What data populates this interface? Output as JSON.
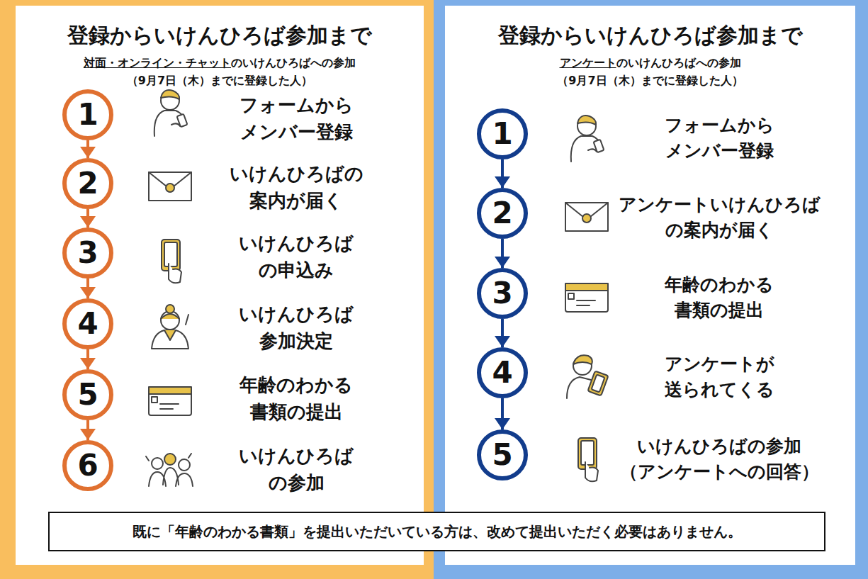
{
  "diagram": {
    "nodes": [
      {
        "text": [
          "登録からいけんひろば参加まで",
          "対面・オンライン・チャット",
          "のいけんひろばへの参加",
          "（9月7日（木）までに登録した人）"
        ]
      },
      {
        "text": [
          "1"
        ],
        "in": 0
      },
      {
        "text": [
          "2"
        ],
        "in": 0
      },
      {
        "text": [
          "3"
        ],
        "in": 0
      },
      {
        "text": [
          "4"
        ],
        "in": 0
      },
      {
        "text": [
          "5"
        ],
        "in": 0
      },
      {
        "text": [
          "6"
        ],
        "in": 0
      },
      {
        "text": [
          "登録からいけんひろば参加まで",
          "アンケート",
          "のいけんひろばへの参加",
          "（9月7日（木）までに登録した人）"
        ]
      },
      {
        "text": [
          "1"
        ],
        "in": 7
      },
      {
        "text": [
          "2"
        ],
        "in": 7
      },
      {
        "text": [
          "3"
        ],
        "in": 7
      },
      {
        "text": [
          "4"
        ],
        "in": 7
      },
      {
        "text": [
          "5"
        ],
        "in": 7
      },
      {
        "text": [
          "既に「年齢のわかる書類」を提出いただいている方は、改めて提出いただく必要はありません。"
        ]
      }
    ],
    "edges": [
      {
        "from": 1,
        "to": 2,
        "arrow": "to"
      },
      {
        "from": 2,
        "to": 3,
        "arrow": "to"
      },
      {
        "from": 3,
        "to": 4,
        "arrow": "to"
      },
      {
        "from": 4,
        "to": 5,
        "arrow": "to"
      },
      {
        "from": 5,
        "to": 6,
        "arrow": "to"
      },
      {
        "from": 8,
        "to": 9,
        "arrow": "to"
      },
      {
        "from": 9,
        "to": 10,
        "arrow": "to"
      },
      {
        "from": 10,
        "to": 11,
        "arrow": "to"
      },
      {
        "from": 11,
        "to": 12,
        "arrow": "to"
      }
    ],
    "labels": [
      "フォームから メンバー登録",
      "いけんひろばの 案内が届く",
      "いけんひろば の申込み",
      "いけんひろば 参加決定",
      "年齢のわかる 書類の提出",
      "いけんひろば の参加",
      "フォームから メンバー登録",
      "アンケートいけんひろば の案内が届く",
      "年齢のわかる 書類の提出",
      "アンケートが 送られてくる",
      "いけんひろばの参加 （アンケートへの回答）"
    ]
  }
}
